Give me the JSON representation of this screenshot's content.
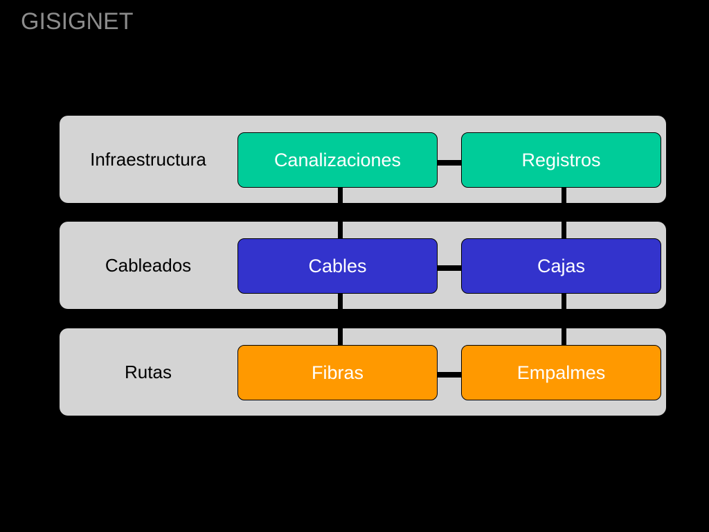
{
  "slide": {
    "title": "GISIGNET"
  },
  "colors": {
    "background": "#000000",
    "layer_band": "#d4d4d4",
    "infraestructura": "#00cc99",
    "cableados": "#3333cc",
    "rutas": "#ff9900",
    "title": "#8c8c8c"
  },
  "layers": [
    {
      "label": "Infraestructura",
      "boxes": [
        "Canalizaciones",
        "Registros"
      ]
    },
    {
      "label": "Cableados",
      "boxes": [
        "Cables",
        "Cajas"
      ]
    },
    {
      "label": "Rutas",
      "boxes": [
        "Fibras",
        "Empalmes"
      ]
    }
  ]
}
